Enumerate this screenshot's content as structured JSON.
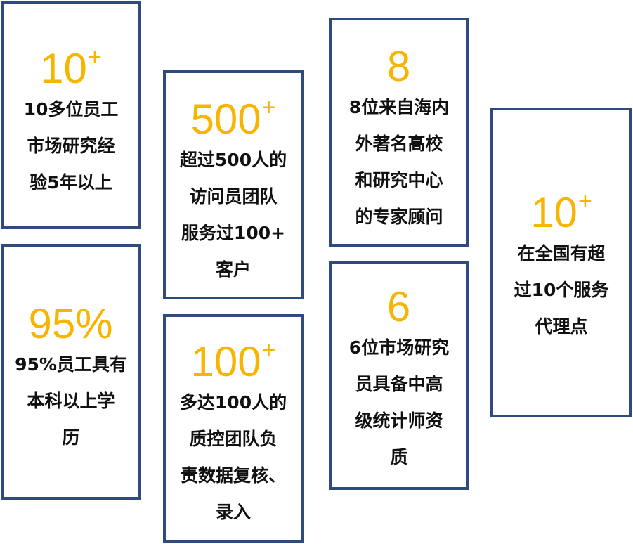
{
  "cards": [
    {
      "number": "10",
      "suffix": "+",
      "lines": [
        "10多位员工",
        "市场研究经",
        "验5年以上"
      ]
    },
    {
      "number": "95%",
      "suffix": "",
      "lines": [
        "95%员工具有",
        "本科以上学",
        "历"
      ]
    },
    {
      "number": "500",
      "suffix": "+",
      "lines": [
        "超过500人的",
        "访问员团队",
        "服务过100+",
        "客户"
      ]
    },
    {
      "number": "100",
      "suffix": "+",
      "lines": [
        "多达100人的",
        "质控团队负",
        "责数据复核、",
        "录入"
      ]
    },
    {
      "number": "8",
      "suffix": "",
      "lines": [
        "8位来自海内",
        "外著名高校",
        "和研究中心",
        "的专家顾问"
      ]
    },
    {
      "number": "6",
      "suffix": "",
      "lines": [
        "6位市场研究",
        "员具备中高",
        "级统计师资",
        "质"
      ]
    },
    {
      "number": "10",
      "suffix": "+",
      "lines": [
        "在全国有超",
        "过10个服务",
        "代理点"
      ]
    }
  ],
  "colors": {
    "border": "#2f4a7c",
    "accent": "#f7b500",
    "text": "#111111"
  }
}
